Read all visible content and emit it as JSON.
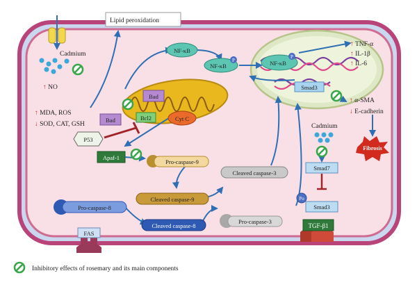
{
  "labels": {
    "lipid": "Lipid peroxidation",
    "cadmium_top": "Cadmium",
    "no": "NO",
    "mda_ros": "MDA, ROS",
    "sod": "SOD, CAT, GSH",
    "nfkb1": "NF-κB",
    "nfkb2": "NF-κB",
    "nfkb3": "NF-κB",
    "p": "P",
    "tnf": "TNF-α",
    "il1": "IL-1β",
    "il6": "IL-6",
    "bad1": "Bad",
    "bad2": "Bad",
    "bcl2": "Bcl2",
    "cytc": "Cyt C",
    "p53": "P53",
    "apaf": "Apaf-1",
    "procasp9": "Pro-caspase-9",
    "cleaved3_top": "Cleaved caspase-3",
    "cleaved9": "Cleaved caspase-9",
    "procasp8": "Pro-caspase-8",
    "cleaved8": "Cleaved caspase-8",
    "procasp3": "Pro-caspase-3",
    "fas": "FAS",
    "smad3_nuc": "Smad3",
    "smad3_mem": "Smad3",
    "smad7": "Smad7",
    "cadmium_right": "Cadmium",
    "asma": "α-SMA",
    "ecad": "E-cadherin",
    "fibrosis": "Fibrosis",
    "tgf": "TGF-β1",
    "po": "Po",
    "legend": "Inhibitory effects of rosemary and its main components"
  },
  "colors": {
    "cell_fill": "#f9dfe6",
    "cell_border": "#c0507a",
    "nucleus": "#e9f0d4",
    "mito": "#f0c838",
    "inhibit_green": "#3aa64a",
    "arrow_blue": "#2f6fb4",
    "red_mark": "#d22a1e"
  }
}
